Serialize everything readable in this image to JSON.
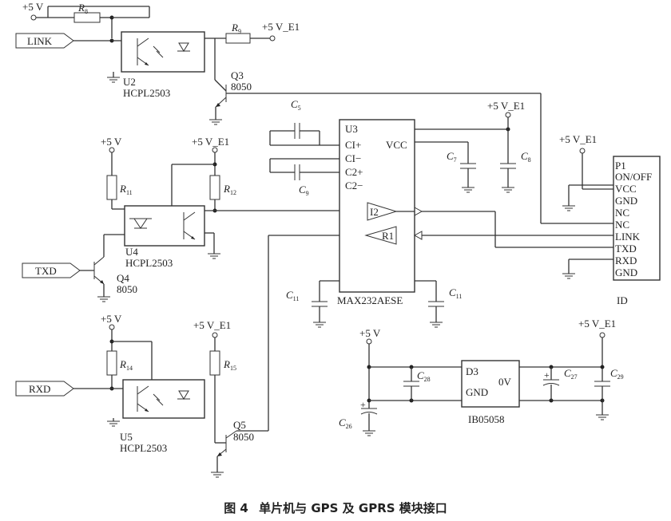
{
  "rails": {
    "p5v": "+5 V",
    "p5v_e1": "+5 V_E1"
  },
  "signals": {
    "link": "LINK",
    "txd": "TXD",
    "rxd": "RXD"
  },
  "resistors": {
    "r8": {
      "sym": "R",
      "sub": "8"
    },
    "r9": {
      "sym": "R",
      "sub": "9"
    },
    "r11": {
      "sym": "R",
      "sub": "11"
    },
    "r12": {
      "sym": "R",
      "sub": "12"
    },
    "r14": {
      "sym": "R",
      "sub": "14"
    },
    "r15": {
      "sym": "R",
      "sub": "15"
    }
  },
  "capacitors": {
    "c5": {
      "sym": "C",
      "sub": "5"
    },
    "c9": {
      "sym": "C",
      "sub": "9"
    },
    "c7": {
      "sym": "C",
      "sub": "7"
    },
    "c8": {
      "sym": "C",
      "sub": "8"
    },
    "c11a": {
      "sym": "C",
      "sub": "11"
    },
    "c11b": {
      "sym": "C",
      "sub": "11"
    },
    "c28": {
      "sym": "C",
      "sub": "28"
    },
    "c26": {
      "sym": "C",
      "sub": "26"
    },
    "c27": {
      "sym": "C",
      "sub": "27"
    },
    "c29": {
      "sym": "C",
      "sub": "29"
    }
  },
  "optocouplers": {
    "u2": {
      "ref": "U2",
      "part": "HCPL2503"
    },
    "u4": {
      "ref": "U4",
      "part": "HCPL2503"
    },
    "u5": {
      "ref": "U5",
      "part": "HCPL2503"
    }
  },
  "transistors": {
    "q3": {
      "ref": "Q3",
      "part": "8050"
    },
    "q4": {
      "ref": "Q4",
      "part": "8050"
    },
    "q5": {
      "ref": "Q5",
      "part": "8050"
    }
  },
  "max232": {
    "ref": "U3",
    "pins_left": [
      "CI+",
      "CI−",
      "C2+",
      "C2−"
    ],
    "vcc": "VCC",
    "drv": "I2",
    "rcv": "R1",
    "part": "MAX232AESE"
  },
  "connector": {
    "ref": "P1",
    "pins": [
      "ON/OFF",
      "VCC",
      "GND",
      "NC",
      "NC",
      "LINK",
      "TXD",
      "RXD",
      "GND"
    ],
    "label": "ID"
  },
  "regulator": {
    "ref": "D3",
    "gnd": "GND",
    "out": "0V",
    "part": "IB05058"
  },
  "caption": {
    "fig": "图 4",
    "title": "单片机与 GPS 及 GPRS 模块接口"
  }
}
